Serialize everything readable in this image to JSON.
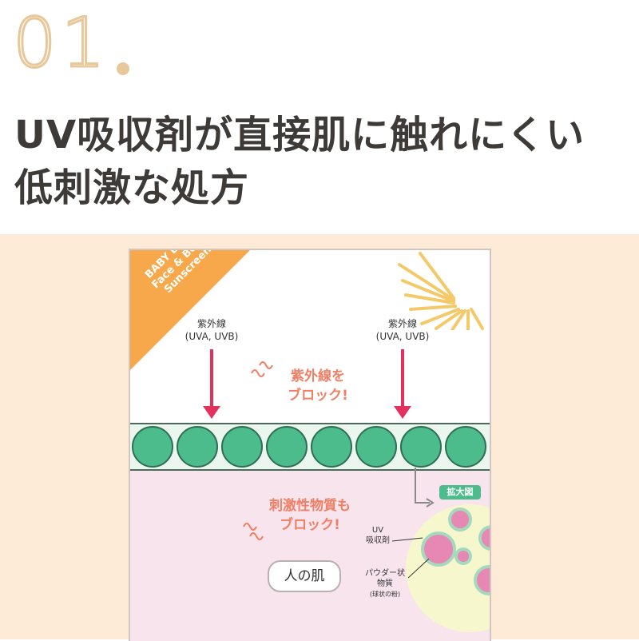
{
  "header": {
    "step_number": "01",
    "title_line1": "UV吸収剤が直接肌に触れにくい",
    "title_line2": "低刺激な処方"
  },
  "illustration": {
    "badge": {
      "line1": "BABY BORN",
      "line2": "Face & Body",
      "line3": "Sunscreen"
    },
    "uv_label_left": {
      "line1": "紫外線",
      "line2": "(UVA, UVB)"
    },
    "uv_label_right": {
      "line1": "紫外線",
      "line2": "(UVA, UVB)"
    },
    "uv_block_text": {
      "line1": "紫外線を",
      "line2": "ブロック!"
    },
    "irritant_block_text": {
      "line1": "刺激性物質も",
      "line2": "ブロック!"
    },
    "skin_label": "人の肌",
    "zoom_tag": "拡大図",
    "uv_absorber_label": {
      "line1": "UV",
      "line2": "吸収剤"
    },
    "powder_label": {
      "line1": "パウダー状",
      "line2": "物質",
      "line3": "(球状の粉)"
    },
    "colors": {
      "badge": "#f7a84a",
      "arrow": "#e3315e",
      "bead": "#4dbc8c",
      "block_text": "#f07f66",
      "skin": "#f7e4ec",
      "zoom_circle": "#f6f7cd",
      "background_band": "#fdebd8"
    },
    "icons": [
      "sun-icon",
      "squiggle-icon"
    ]
  }
}
